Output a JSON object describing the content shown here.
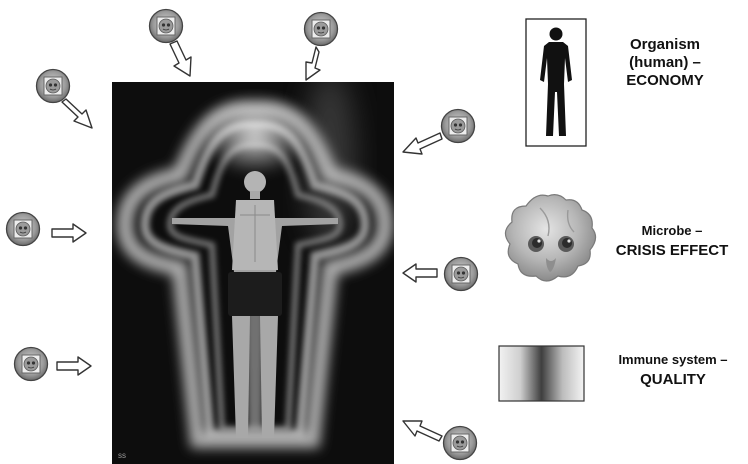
{
  "legend": {
    "organism": {
      "line1": "Organism",
      "line2": "(human) –",
      "line3": "ECONOMY"
    },
    "microbe": {
      "line1": "Microbe –",
      "line2": "CRISIS EFFECT"
    },
    "immune": {
      "line1": "Immune system –",
      "line2": "QUALITY"
    }
  },
  "central_image": {
    "corner_label": "ss"
  },
  "colors": {
    "aura_dark": "#0d0d0d",
    "aura_light": "#dcdcdc",
    "ink": "#111111"
  },
  "icons": {
    "microbe_token": "microbe-icon",
    "arrow": "hollow-arrow-icon"
  }
}
